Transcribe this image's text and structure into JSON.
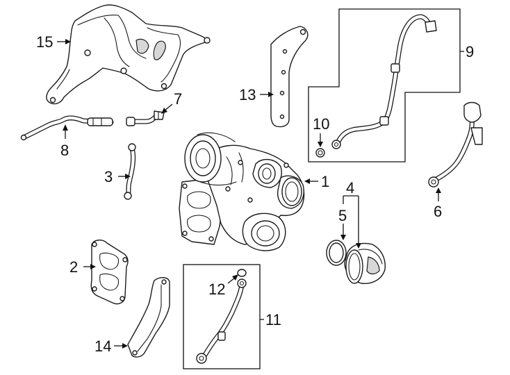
{
  "callouts": {
    "c1": "1",
    "c2": "2",
    "c3": "3",
    "c4": "4",
    "c5": "5",
    "c6": "6",
    "c7": "7",
    "c8": "8",
    "c9": "9",
    "c10": "10",
    "c11": "11",
    "c12": "12",
    "c13": "13",
    "c14": "14",
    "c15": "15"
  },
  "colors": {
    "line": "#1a1a1a",
    "shading": "#d7d7d7",
    "background": "#ffffff"
  }
}
